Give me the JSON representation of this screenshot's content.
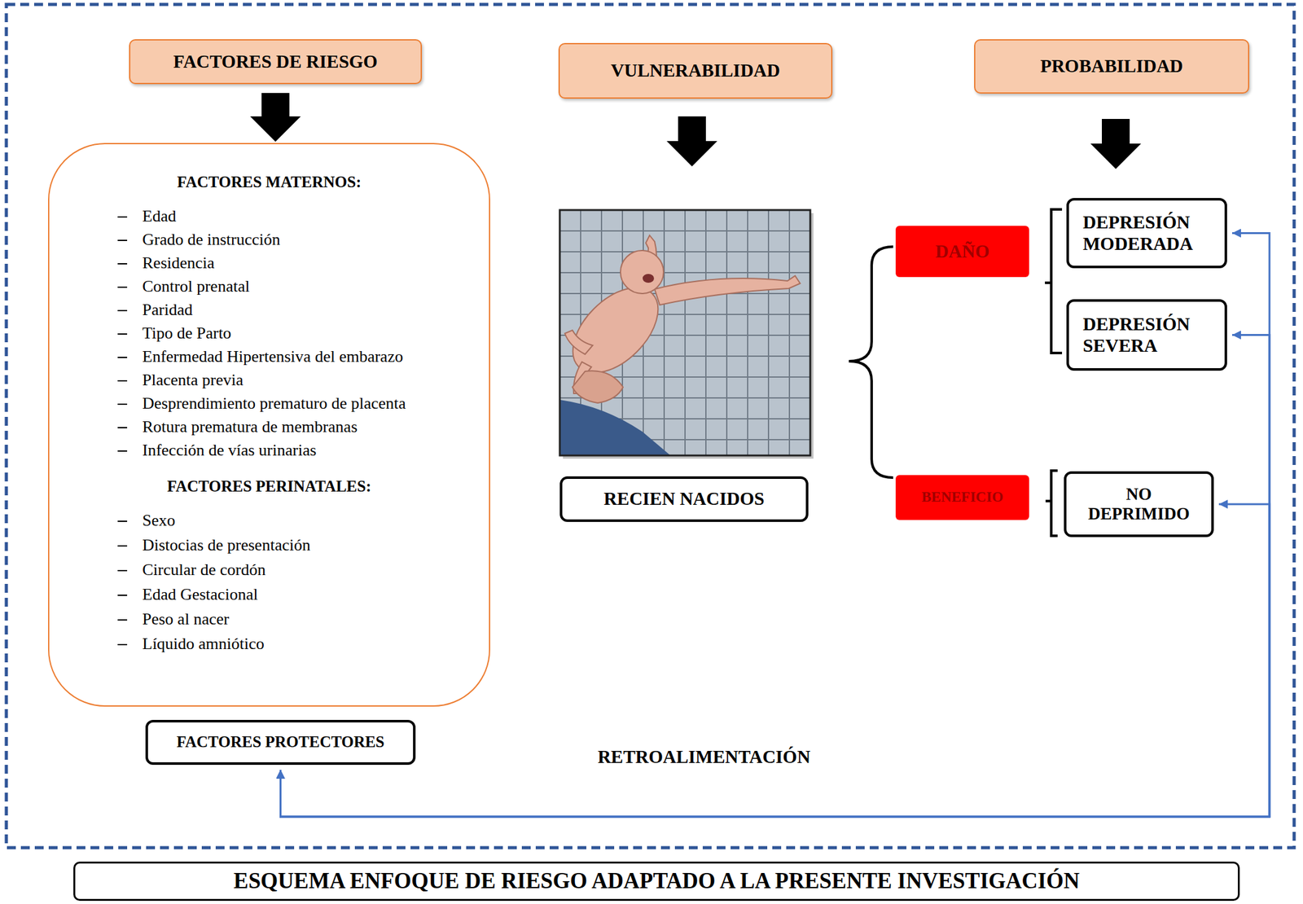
{
  "diagram": {
    "caption": "ESQUEMA ENFOQUE DE RIESGO ADAPTADO A LA PRESENTE INVESTIGACIÓN",
    "nodes": [
      {
        "text": [
          "FACTORES DE RIESGO"
        ]
      },
      {
        "text": [
          "VULNERABILIDAD"
        ]
      },
      {
        "text": [
          "PROBABILIDAD"
        ]
      },
      {
        "text": [
          "FACTORES MATERNOS:",
          "Edad",
          "Grado de instrucción",
          "Residencia",
          "Control prenatal",
          "Paridad",
          "Tipo de Parto",
          "Enfermedad Hipertensiva del embarazo",
          "Placenta previa",
          "Desprendimiento prematuro de placenta",
          "Rotura prematura de membranas",
          "Infección de vías urinarias",
          "FACTORES PERINATALES:",
          "Sexo",
          "Distocias de presentación",
          "Circular de cordón",
          "Edad Gestacional",
          "Peso al nacer",
          "Líquido amniótico"
        ]
      },
      {
        "text": [
          "RECIEN NACIDOS"
        ]
      },
      {
        "text": [
          "DAÑO"
        ]
      },
      {
        "text": [
          "DEPRESIÓN MODERADA"
        ]
      },
      {
        "text": [
          "DEPRESIÓN SEVERA"
        ]
      },
      {
        "text": [
          "BENEFICIO"
        ]
      },
      {
        "text": [
          "NO DEPRIMIDO"
        ]
      },
      {
        "text": [
          "FACTORES PROTECTORES"
        ]
      }
    ],
    "edges": [
      {
        "from": 0,
        "to": 3,
        "arrow": "to"
      },
      {
        "from": 6,
        "to": 10,
        "arrow": "both"
      },
      {
        "from": 7,
        "to": 10,
        "arrow": "both"
      },
      {
        "from": 9,
        "to": 10,
        "arrow": "both"
      }
    ],
    "labels": [
      "RETROALIMENTACIÓN"
    ]
  }
}
